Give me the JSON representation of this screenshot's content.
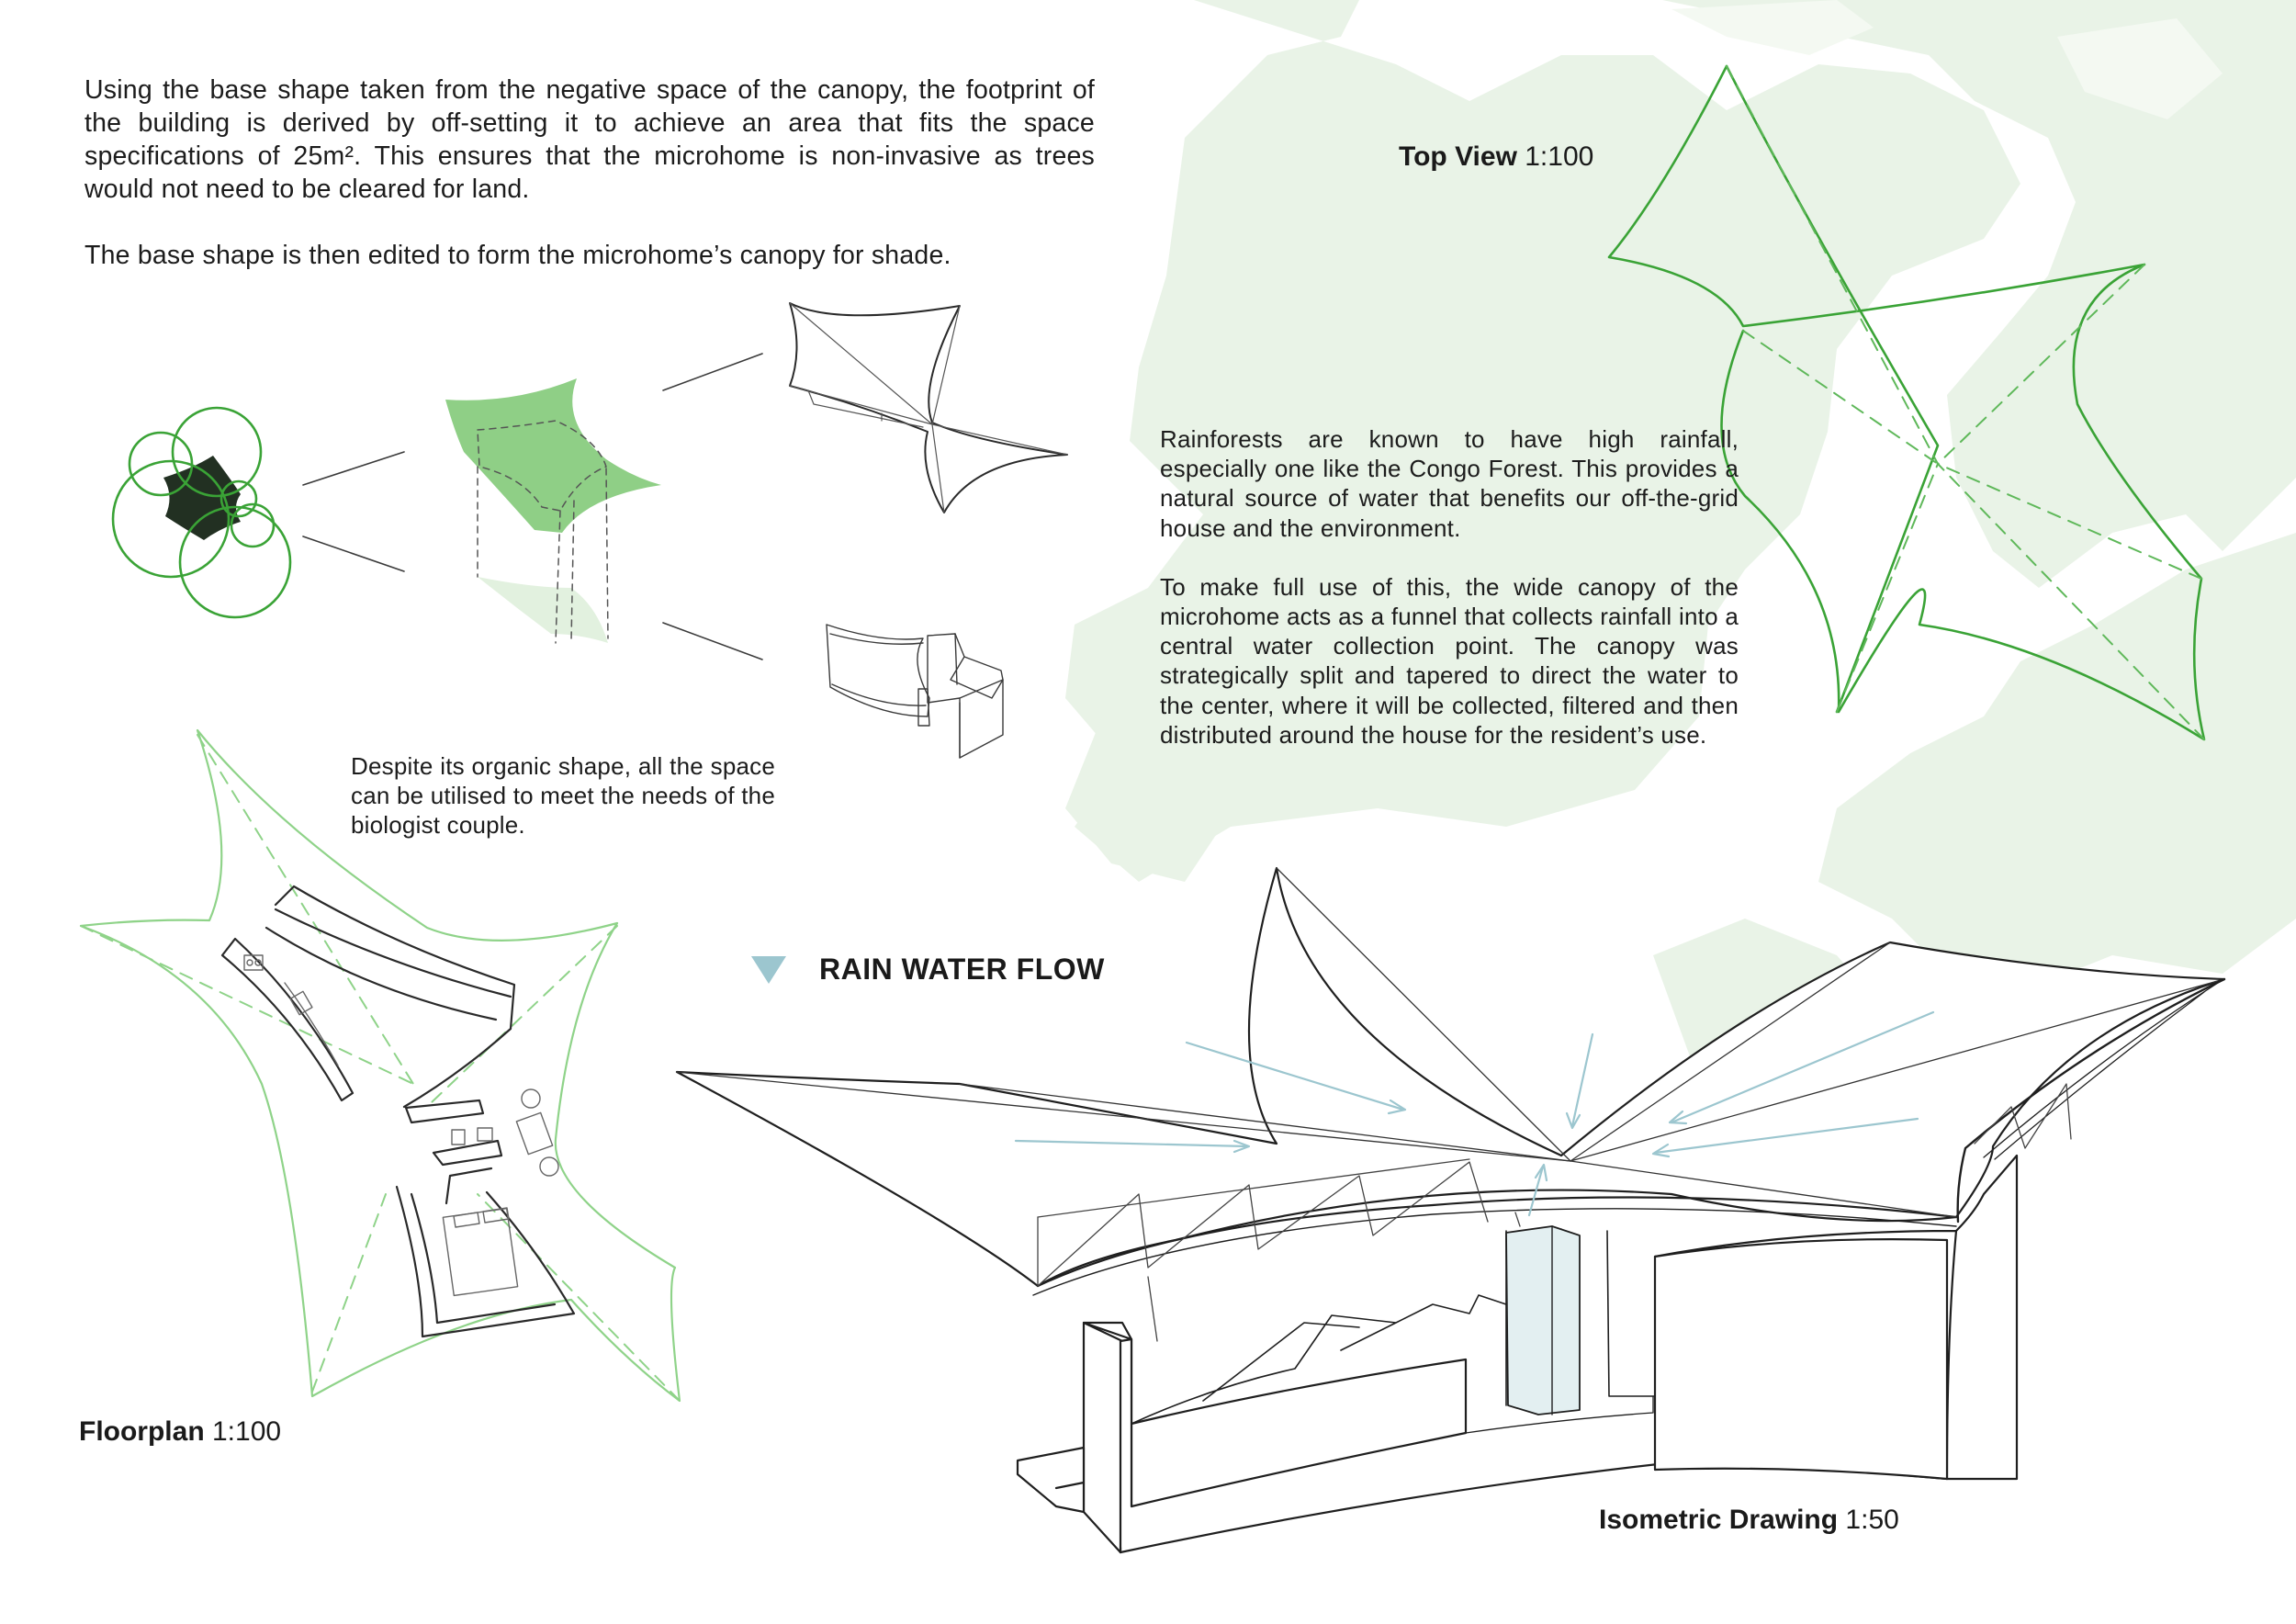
{
  "intro": {
    "paragraph_1": "Using the base shape taken from the negative space of the canopy, the footprint of the building is derived by off-setting it to achieve an area that fits the space specifications of 25m². This ensures that the microhome is non-invasive as trees would not need to be cleared for land.",
    "paragraph_2": "The base shape is then edited to form the microhome’s canopy for shade."
  },
  "rainfall": {
    "paragraph_1": "Rainforests are known to have high rainfall, especially one like the Congo Forest. This provides a natural source of water that benefits our off-the-grid house and the environment.",
    "paragraph_2": "To make full use of this, the wide canopy of the microhome acts as a funnel that collects rainfall into a central water collection point. The canopy was strategically split and tapered to direct the water to the center, where it will be collected, filtered and then distributed around the house for the resident’s use."
  },
  "organic_note": "Despite its organic shape, all the space can be utilised to meet the needs of the biologist couple.",
  "labels": {
    "top_view": {
      "name": "Top View",
      "scale": "1:100"
    },
    "floorplan": {
      "name": "Floorplan",
      "scale": "1:100"
    },
    "isometric": {
      "name": "Isometric Drawing",
      "scale": "1:50"
    },
    "rain_water_flow": "RAIN WATER FLOW"
  },
  "colors": {
    "background_green": "#e9f3e7",
    "line_green": "#3aa336",
    "canopy_fill_green": "#8fcf86",
    "dark_shape": "#223022",
    "water_blue": "#9cc6cf",
    "water_fill": "#e3eff1",
    "line_dark": "#1f1f1f"
  }
}
